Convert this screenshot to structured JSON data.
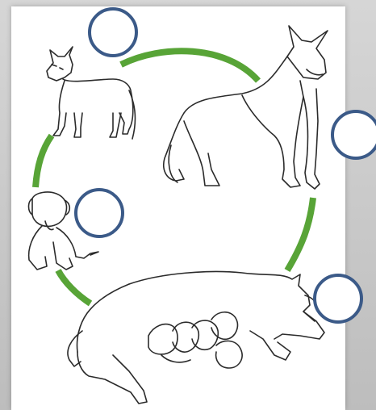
{
  "diagram": {
    "stages": [
      {
        "id": "young-dog",
        "label": ""
      },
      {
        "id": "adult-dog",
        "label": ""
      },
      {
        "id": "mother-with-puppies",
        "label": ""
      },
      {
        "id": "puppy",
        "label": ""
      }
    ],
    "colors": {
      "cycle_arrow": "#58a437",
      "answer_circle_stroke": "#3b5a88",
      "answer_circle_fill": "#ffffff",
      "line_art": "#2b2b2b"
    }
  }
}
